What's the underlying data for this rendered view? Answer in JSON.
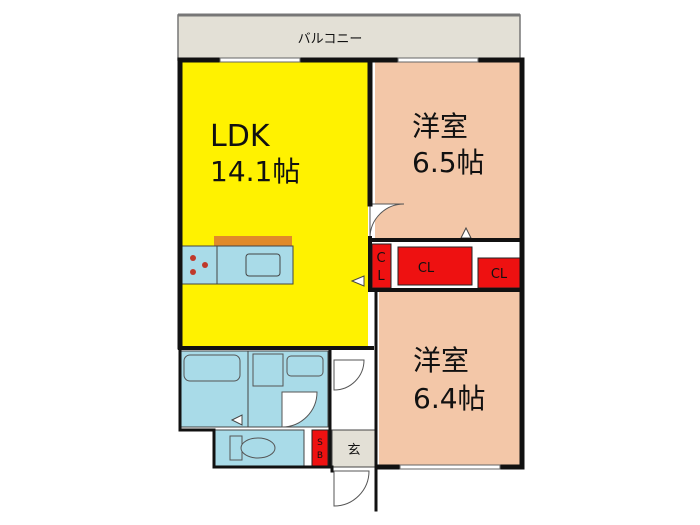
{
  "rooms": {
    "balcony": {
      "label": "バルコニー",
      "color": "#e3e0d6"
    },
    "ldk": {
      "name": "LDK",
      "size": "14.1帖",
      "color": "#fff200"
    },
    "western1": {
      "name": "洋室",
      "size": "6.5帖",
      "color": "#f3c7a8"
    },
    "western2": {
      "name": "洋室",
      "size": "6.4帖",
      "color": "#f3c7a8"
    },
    "closet_small": {
      "label_top": "C",
      "label_bottom": "L",
      "color": "#ee1111"
    },
    "closet_main": {
      "label": "CL",
      "color": "#ee1111"
    },
    "closet_right": {
      "label": "CL",
      "color": "#ee1111"
    },
    "shoe_box": {
      "label_top": "S",
      "label_bottom": "B",
      "color": "#ee1111"
    },
    "entrance": {
      "label": "玄",
      "color": "#e3e0d6"
    }
  },
  "fixtures": {
    "water_color": "#a9dbe8",
    "counter_color": "#e08a2a"
  }
}
